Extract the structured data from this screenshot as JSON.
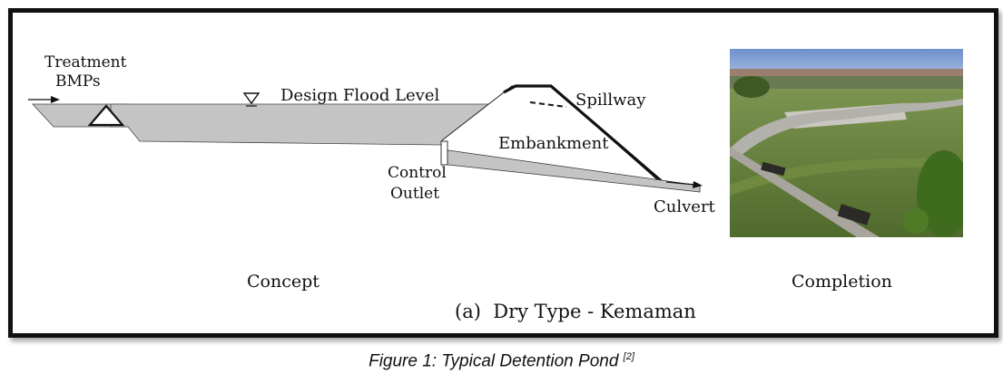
{
  "diagram": {
    "labels": {
      "treatment_line1": "Treatment",
      "treatment_line2": "BMPs",
      "design_flood_level": "Design Flood Level",
      "spillway": "Spillway",
      "embankment": "Embankment",
      "control_line1": "Control",
      "control_line2": "Outlet",
      "culvert": "Culvert"
    },
    "sections": {
      "concept": "Concept",
      "completion": "Completion"
    },
    "subtitle": "(a)  Dry Type - Kemaman"
  },
  "caption": {
    "text": "Figure 1: Typical Detention Pond ",
    "ref": "[2]"
  },
  "colors": {
    "water": "#c4c4c4",
    "frame": "#111111",
    "grass": "#5f7d3a",
    "sky": "#7f9ed4"
  }
}
